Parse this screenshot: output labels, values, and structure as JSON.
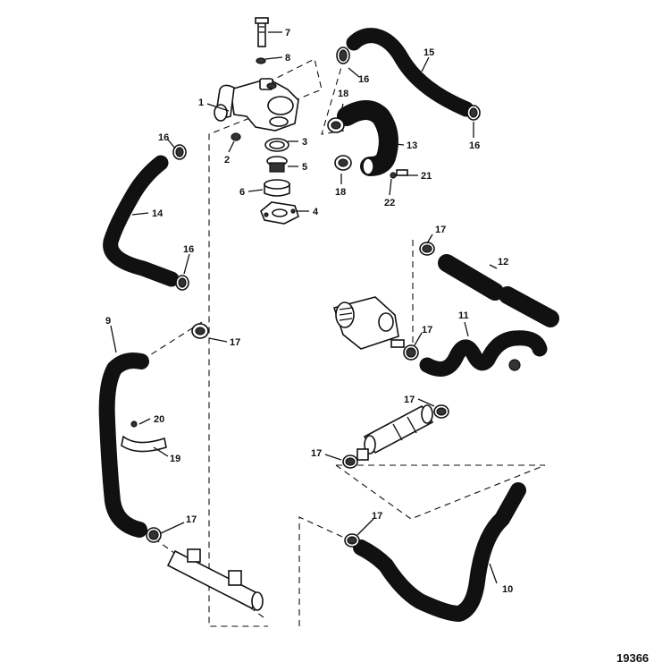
{
  "diagram": {
    "figure_number": "19366",
    "callouts": {
      "c1": "1",
      "c2": "2",
      "c3": "3",
      "c4": "4",
      "c5": "5",
      "c6": "6",
      "c7": "7",
      "c8": "8",
      "c9": "9",
      "c10": "10",
      "c11": "11",
      "c12": "12",
      "c13": "13",
      "c14": "14",
      "c15": "15",
      "c16a": "16",
      "c16b": "16",
      "c16c": "16",
      "c16d": "16",
      "c17a": "17",
      "c17b": "17",
      "c17c": "17",
      "c17d": "17",
      "c17e": "17",
      "c17f": "17",
      "c17g": "17",
      "c18a": "18",
      "c18b": "18",
      "c19": "19",
      "c20": "20",
      "c21": "21",
      "c22": "22"
    }
  }
}
